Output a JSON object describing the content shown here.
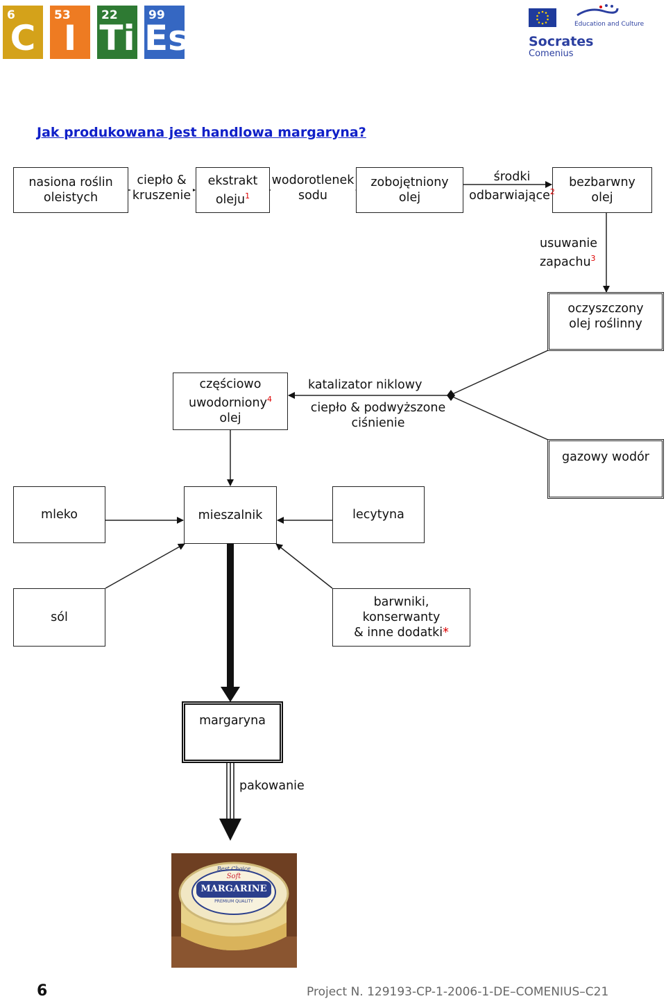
{
  "header": {
    "tiles": [
      {
        "num": "6",
        "sym": "C",
        "color": "#d4a21a"
      },
      {
        "num": "53",
        "sym": "I",
        "color": "#ee7b22"
      },
      {
        "num": "22",
        "sym": "Ti",
        "color": "#2e7a33"
      },
      {
        "num": "99",
        "sym": "Es",
        "color": "#3567c2"
      }
    ],
    "program_top": "Education and Culture",
    "program_name": "Socrates",
    "program_sub": "Comenius"
  },
  "title": "Jak produkowana jest handlowa margaryna?",
  "nodes": {
    "seeds": "nasiona roślin oleistych",
    "extract": "ekstrakt oleju",
    "extract_note": "1",
    "neutral": "zobojętniony olej",
    "colorless": "bezbarwny olej",
    "purified": "oczyszczony olej roślinny",
    "partial": "częściowo uwodorniony",
    "partial_note": "4",
    "partial_end": "olej",
    "hydrogen": "gazowy wodór",
    "milk": "mleko",
    "mixer": "mieszalnik",
    "lecithin": "lecytyna",
    "salt": "sól",
    "additives_1": "barwniki,",
    "additives_2": "konserwanty",
    "additives_3": "& inne dodatki",
    "additives_mark": "*",
    "margarine": "margaryna"
  },
  "edges": {
    "heat_crush_1": "ciepło &",
    "heat_crush_2": "kruszenie",
    "naoh_1": "wodorotlenek",
    "naoh_2": "sodu",
    "bleach_1": "środki",
    "bleach_2": "odbarwiające",
    "bleach_note": "2",
    "deodor_1": "usuwanie",
    "deodor_2": "zapachu",
    "deodor_note": "3",
    "catalyst": "katalizator niklowy",
    "heat_pressure_1": "ciepło & podwyższone",
    "heat_pressure_2": "ciśnienie",
    "packing": "pakowanie"
  },
  "photo": {
    "lid_top": "Best Choice",
    "lid_soft": "Soft",
    "lid_brand": "MARGARINE",
    "lid_sub": "PREMIUM QUALITY"
  },
  "footer": {
    "page": "6",
    "project": "Project N. 129193-CP-1-2006-1-DE–COMENIUS–C21"
  }
}
